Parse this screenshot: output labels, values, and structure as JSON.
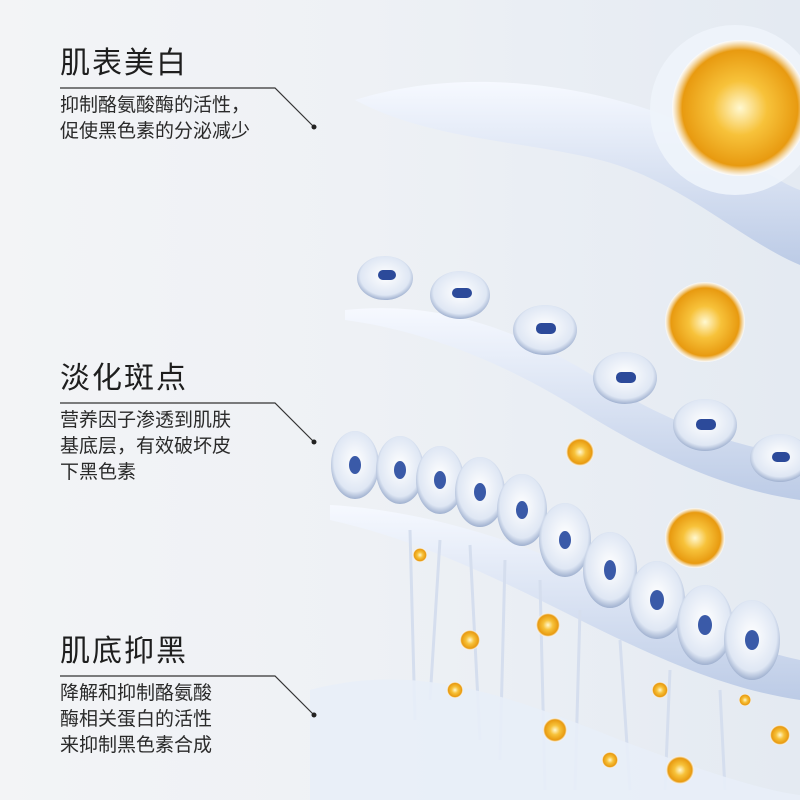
{
  "sections": [
    {
      "title": "肌表美白",
      "lines": [
        "抑制酪氨酸酶的活性，",
        "促使黑色素的分泌减少"
      ]
    },
    {
      "title": "淡化斑点",
      "lines": [
        "营养因子渗透到肌肤",
        "基底层，有效破坏皮",
        "下黑色素"
      ]
    },
    {
      "title": "肌底抑黑",
      "lines": [
        "降解和抑制酪氨酸",
        "酶相关蛋白的活性",
        "来抑制黑色素合成"
      ]
    }
  ]
}
